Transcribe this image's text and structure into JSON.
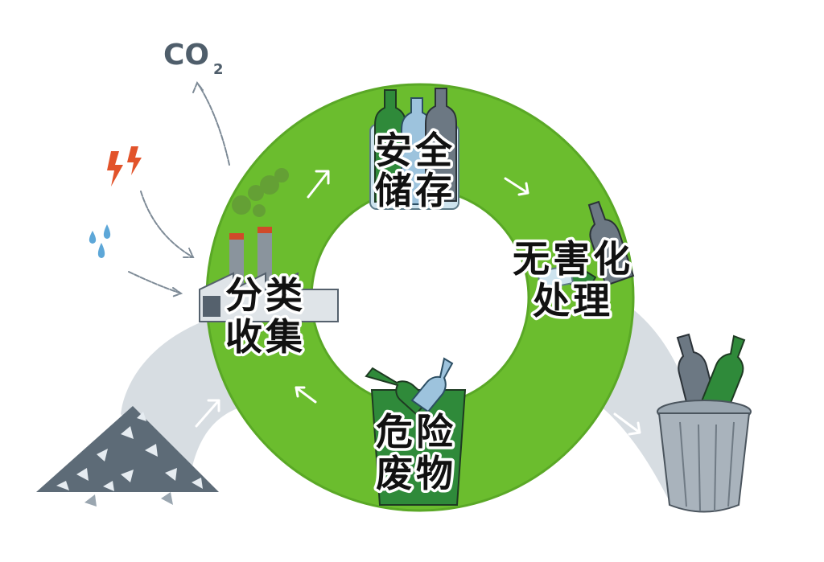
{
  "co2": {
    "main": "CO",
    "sub": "2"
  },
  "stages": {
    "storage": {
      "line1": "安全",
      "line2": "储存"
    },
    "treatment": {
      "line1": "无害化",
      "line2": "处理"
    },
    "hazardous": {
      "line1": "危险",
      "line2": "废物"
    },
    "collection": {
      "line1": "分类",
      "line2": "收集"
    }
  },
  "colors": {
    "ring": "#6bbd2e",
    "ring_dark": "#4e9a1f",
    "flow_band": "#cdd4db",
    "arrow": "#ffffff",
    "sketch_arrow": "#7d8a96",
    "spark": "#e2532a",
    "drop": "#5da7d8"
  },
  "icons": [
    "co2-icon",
    "lightning-icon",
    "water-drop-icon",
    "factory-icon",
    "waste-pile-icon",
    "bottles-icon",
    "trash-can-icon"
  ]
}
